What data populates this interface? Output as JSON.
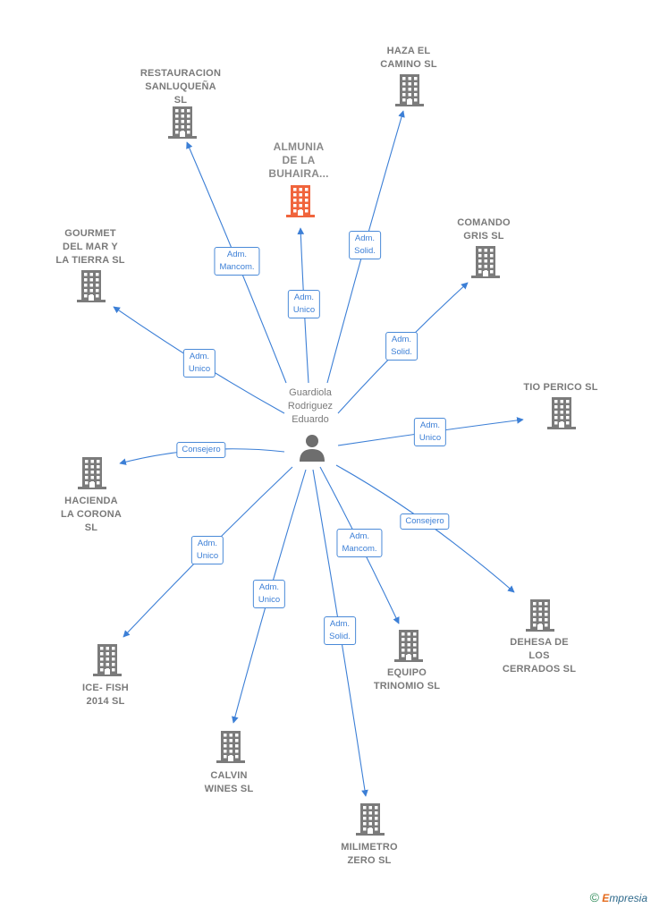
{
  "person": {
    "name": "Guardiola\nRodriguez\nEduardo",
    "icon": "person-icon"
  },
  "companies": [
    {
      "id": "restauracion",
      "name": "RESTAURACION\nSANLUQUEÑA\nSL",
      "highlight": false,
      "icon": "building-icon"
    },
    {
      "id": "almunia",
      "name": "ALMUNIA\nDE LA\nBUHAIRA...",
      "highlight": true,
      "icon": "building-icon"
    },
    {
      "id": "haza",
      "name": "HAZA EL\nCAMINO  SL",
      "highlight": false,
      "icon": "building-icon"
    },
    {
      "id": "gourmet",
      "name": "GOURMET\nDEL MAR Y\nLA TIERRA  SL",
      "highlight": false,
      "icon": "building-icon"
    },
    {
      "id": "comando",
      "name": "COMANDO\nGRIS  SL",
      "highlight": false,
      "icon": "building-icon"
    },
    {
      "id": "tioperico",
      "name": "TIO PERICO SL",
      "highlight": false,
      "icon": "building-icon"
    },
    {
      "id": "hacienda",
      "name": "HACIENDA\nLA CORONA\nSL",
      "highlight": false,
      "icon": "building-icon"
    },
    {
      "id": "icefish",
      "name": "ICE- FISH\n2014  SL",
      "highlight": false,
      "icon": "building-icon"
    },
    {
      "id": "calvin",
      "name": "CALVIN\nWINES  SL",
      "highlight": false,
      "icon": "building-icon"
    },
    {
      "id": "milimetro",
      "name": "MILIMETRO\nZERO  SL",
      "highlight": false,
      "icon": "building-icon"
    },
    {
      "id": "equipo",
      "name": "EQUIPO\nTRINOMIO  SL",
      "highlight": false,
      "icon": "building-icon"
    },
    {
      "id": "dehesa",
      "name": "DEHESA DE\nLOS\nCERRADOS  SL",
      "highlight": false,
      "icon": "building-icon"
    }
  ],
  "relations": [
    {
      "to": "restauracion",
      "label": "Adm.\nMancom."
    },
    {
      "to": "almunia",
      "label": "Adm.\nUnico"
    },
    {
      "to": "haza",
      "label": "Adm.\nSolid."
    },
    {
      "to": "gourmet",
      "label": "Adm.\nUnico"
    },
    {
      "to": "comando",
      "label": "Adm.\nSolid."
    },
    {
      "to": "tioperico",
      "label": "Adm.\nUnico"
    },
    {
      "to": "hacienda",
      "label": "Consejero"
    },
    {
      "to": "icefish",
      "label": "Adm.\nUnico"
    },
    {
      "to": "calvin",
      "label": "Adm.\nUnico"
    },
    {
      "to": "milimetro",
      "label": "Adm.\nSolid."
    },
    {
      "to": "equipo",
      "label": "Adm.\nMancom."
    },
    {
      "to": "dehesa",
      "label": "Consejero"
    }
  ],
  "colors": {
    "edge": "#3c7fd6",
    "building": "#7b7b7b",
    "building_highlight": "#f0643c",
    "person": "#6e6e6e"
  },
  "footer": {
    "copyright": "©",
    "brand_first": "E",
    "brand_rest": "mpresia"
  }
}
